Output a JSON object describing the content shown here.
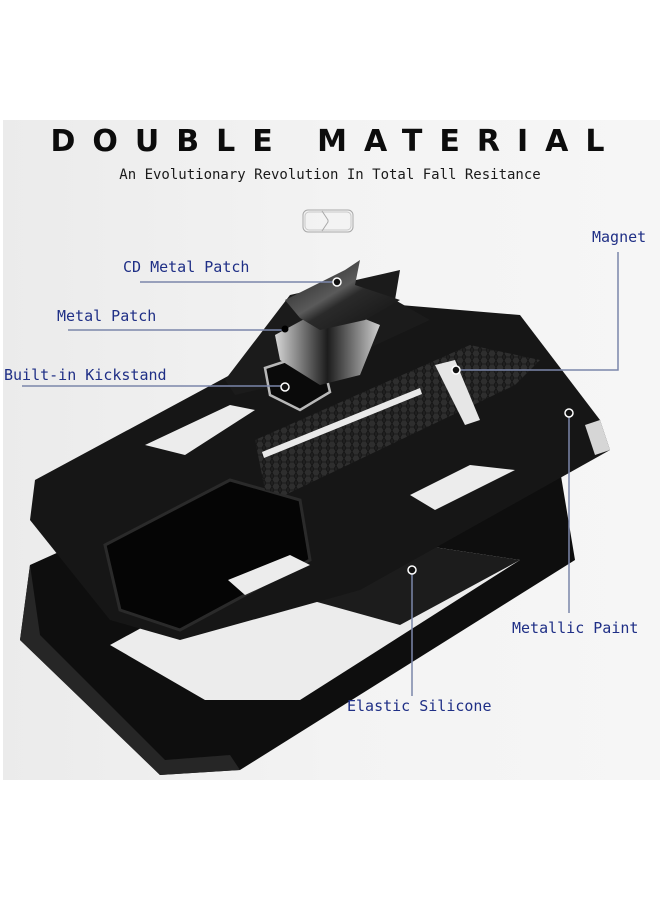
{
  "header": {
    "title": "DOUBLE MATERIAL",
    "subtitle": "An Evolutionary Revolution In Total Fall Resitance"
  },
  "logo": {
    "icon": "ring-holder-icon"
  },
  "callouts": [
    {
      "id": "cd-metal-patch",
      "label": "CD Metal Patch"
    },
    {
      "id": "metal-patch",
      "label": "Metal Patch"
    },
    {
      "id": "built-in-kickstand",
      "label": "Built-in Kickstand"
    },
    {
      "id": "magnet",
      "label": "Magnet"
    },
    {
      "id": "metallic-paint",
      "label": "Metallic Paint"
    },
    {
      "id": "elastic-silicone",
      "label": "Elastic Silicone"
    }
  ],
  "colors": {
    "label_text": "#1f2f86",
    "leader_line": "#7b86aa",
    "case_black": "#141414",
    "panel_bg": "#f0f0f0"
  }
}
